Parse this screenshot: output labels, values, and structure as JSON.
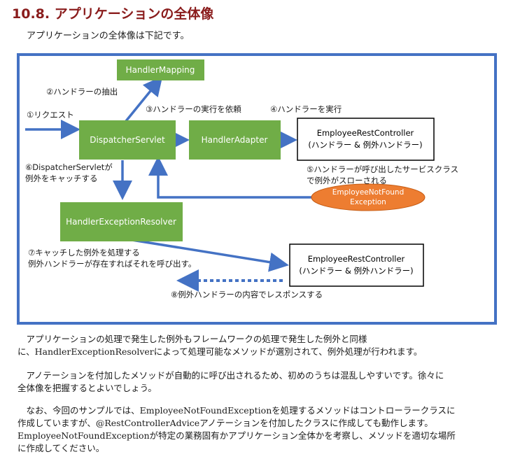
{
  "heading": "10.8. アプリケーションの全体像",
  "intro": "アプリケーションの全体像は下記です。",
  "diagram": {
    "nodes": {
      "handler_mapping": "HandlerMapping",
      "dispatcher_servlet": "DispatcherServlet",
      "handler_adapter": "HandlerAdapter",
      "controller_top": [
        "EmployeeRestController",
        "(ハンドラー & 例外ハンドラー)"
      ],
      "exception_resolver": "HandlerExceptionResolver",
      "exception_ellipse": [
        "EmployeeNotFound",
        "Exception"
      ],
      "controller_bottom": [
        "EmployeeRestController",
        "(ハンドラー & 例外ハンドラー)"
      ]
    },
    "labels": {
      "step1": "①リクエスト",
      "step2": "②ハンドラーの抽出",
      "step3": "③ハンドラーの実行を依頼",
      "step4": "④ハンドラーを実行",
      "step5": [
        "⑤ハンドラーが呼び出したサービスクラス",
        "で例外がスローされる"
      ],
      "step6": [
        "⑥DispatcherServletが",
        "例外をキャッチする"
      ],
      "step7": [
        "⑦キャッチした例外を処理する",
        "例外ハンドラーが存在すればそれを呼び出す。"
      ],
      "step8": "⑧例外ハンドラーの内容でレスポンスする"
    },
    "colors": {
      "frame": "#4472c4",
      "arrow": "#4472c4",
      "green_box": "#70ad47",
      "ellipse": "#ed7d31"
    }
  },
  "paragraphs": [
    [
      "　アプリケーションの処理で発生した例外もフレームワークの処理で発生した例外と同様",
      "に、HandlerExceptionResolverによって処理可能なメソッドが選別されて、例外処理が行われます。"
    ],
    [
      "　アノテーションを付加したメソッドが自動的に呼び出されるため、初めのうちは混乱しやすいです。徐々に",
      "全体像を把握するとよいでしょう。"
    ],
    [
      "　なお、今回のサンプルでは、EmployeeNotFoundExceptionを処理するメソッドはコントローラークラスに",
      "作成していますが、@RestControllerAdviceアノテーションを付加したクラスに作成しても動作します。",
      "EmployeeNotFoundExceptionが特定の業務固有かアプリケーション全体かを考察し、メソッドを適切な場所",
      "に作成してください。"
    ]
  ]
}
